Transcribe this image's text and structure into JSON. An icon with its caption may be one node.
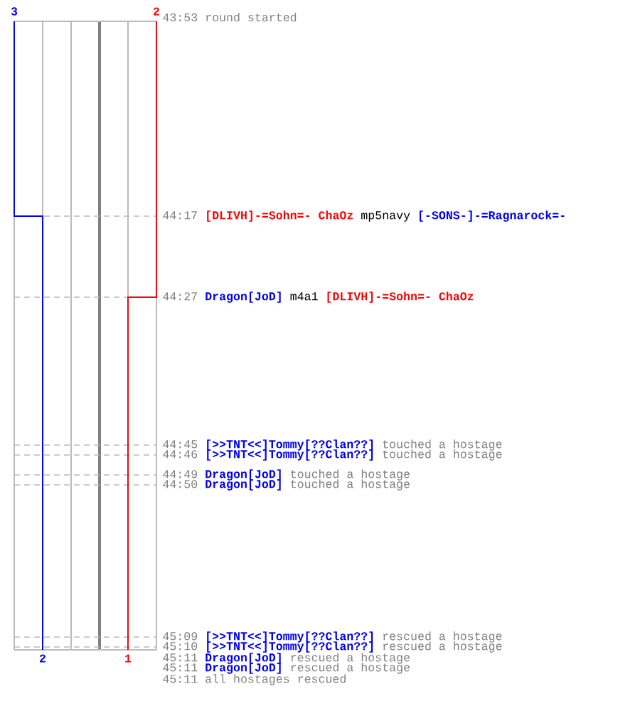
{
  "diagram": {
    "labels": [
      "3",
      "2",
      "43:53",
      "round started",
      "44:17",
      "[DLIVH]-=Sohn=- ChaOz",
      "mp5navy",
      "[-SONS-]-=Ragnarock=-",
      "44:27",
      "Dragon[JoD]",
      "m4a1",
      "[DLIVH]-=Sohn=- ChaOz",
      "44:45",
      "[>>TNT<<]Tommy[??Clan??]",
      "touched a hostage",
      "44:46",
      "[>>TNT<<]Tommy[??Clan??]",
      "touched a hostage",
      "44:49",
      "Dragon[JoD]",
      "touched a hostage",
      "44:50",
      "Dragon[JoD]",
      "touched a hostage",
      "45:09",
      "[>>TNT<<]Tommy[??Clan??]",
      "rescued a hostage",
      "45:10",
      "[>>TNT<<]Tommy[??Clan??]",
      "rescued a hostage",
      "45:11",
      "Dragon[JoD]",
      "rescued a hostage",
      "45:11",
      "Dragon[JoD]",
      "rescued a hostage",
      "45:11",
      "all hostages rescued",
      "2",
      "1"
    ]
  }
}
